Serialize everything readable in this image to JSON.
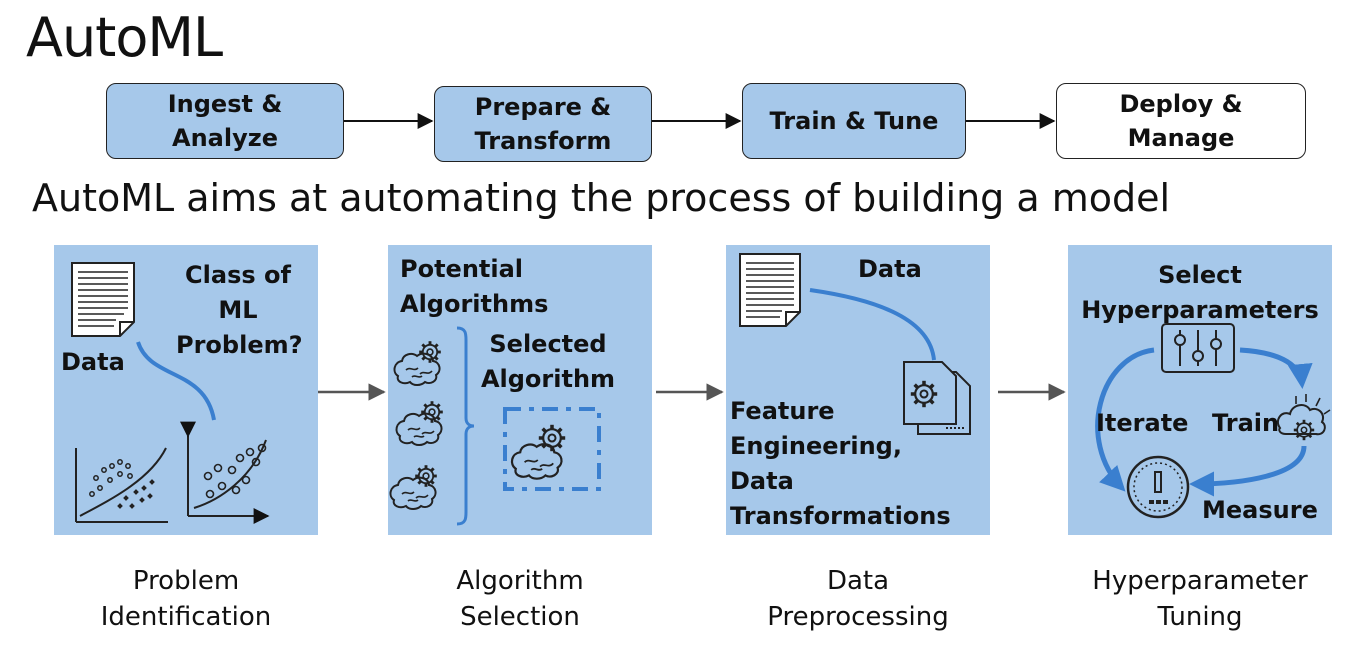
{
  "title": "AutoML",
  "pipeline": {
    "steps": [
      {
        "label_line1": "Ingest &",
        "label_line2": "Analyze"
      },
      {
        "label_line1": "Prepare &",
        "label_line2": "Transform"
      },
      {
        "label_line1": "Train & Tune",
        "label_line2": ""
      },
      {
        "label_line1": "Deploy &",
        "label_line2": "Manage"
      }
    ]
  },
  "subtitle": "AutoML aims at automating the process of building a model",
  "panels": {
    "problem": {
      "class_line1": "Class of",
      "class_line2": "ML",
      "class_line3": "Problem?",
      "data_label": "Data",
      "caption_line1": "Problem",
      "caption_line2": "Identification"
    },
    "algorithm": {
      "potential_line1": "Potential",
      "potential_line2": "Algorithms",
      "selected_line1": "Selected",
      "selected_line2": "Algorithm",
      "caption_line1": "Algorithm",
      "caption_line2": "Selection"
    },
    "preprocessing": {
      "data_label": "Data",
      "fe_line1": "Feature",
      "fe_line2": "Engineering,",
      "fe_line3": "Data",
      "fe_line4": "Transformations",
      "caption_line1": "Data",
      "caption_line2": "Preprocessing"
    },
    "tuning": {
      "select_line1": "Select",
      "select_line2": "Hyperparameters",
      "iterate_label": "Iterate",
      "train_label": "Train",
      "measure_label": "Measure",
      "caption_line1": "Hyperparameter",
      "caption_line2": "Tuning"
    }
  },
  "colors": {
    "box_fill": "#a6c8ea",
    "accent_blue": "#3a7fcf",
    "arrow_gray": "#555555",
    "outline": "#222222"
  }
}
